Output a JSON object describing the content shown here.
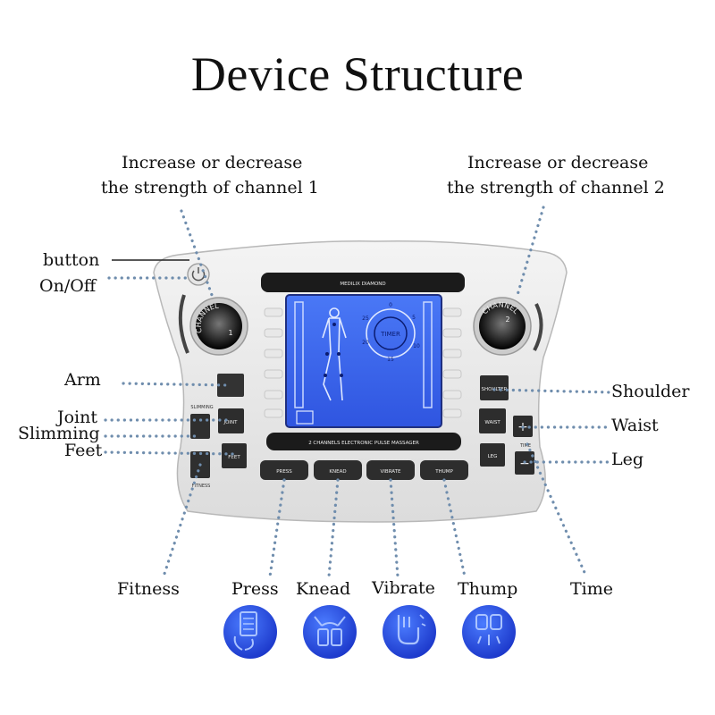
{
  "title": "Device Structure",
  "callouts": {
    "channel1": [
      "Increase or decrease",
      "the strength of channel 1"
    ],
    "channel2": [
      "Increase or decrease",
      "the strength of channel 2"
    ],
    "button": "button",
    "onoff": "On/Off",
    "arm": "Arm",
    "joint": "Joint",
    "slimming": "Slimming",
    "feet": "Feet",
    "shoulder": "Shoulder",
    "waist": "Waist",
    "leg": "Leg",
    "fitness": "Fitness",
    "press": "Press",
    "knead": "Knead",
    "vibrate": "Vibrate",
    "thump": "Thump",
    "time": "Time"
  },
  "device": {
    "brand": "MEDILIX DIAMOND",
    "bottom_banner": "2 CHANNELS ELECTRONIC PULSE MASSAGER",
    "knob_text": "CHANNEL",
    "knob1_number": "1",
    "knob2_number": "2",
    "timer_label": "TIMER",
    "timer_ticks": [
      "0",
      "5",
      "10",
      "15",
      "20",
      "25"
    ],
    "left_small_labels": [
      "SLIMMING",
      "FITNESS"
    ],
    "time_small_label": "TIME",
    "buttons": {
      "joint": "JOINT",
      "feet": "FEET",
      "shoulder": "SHOULTER",
      "waist": "WAIST",
      "leg": "LEG",
      "plus": "+",
      "minus": "−",
      "press": "PRESS",
      "knead": "KNEAD",
      "vibrate": "VIBRATE",
      "thump": "THUMP"
    }
  },
  "colors": {
    "dotline": "#6f8dad",
    "lcd": "#3a63e8",
    "icon_blue": "#2f4fe0"
  }
}
